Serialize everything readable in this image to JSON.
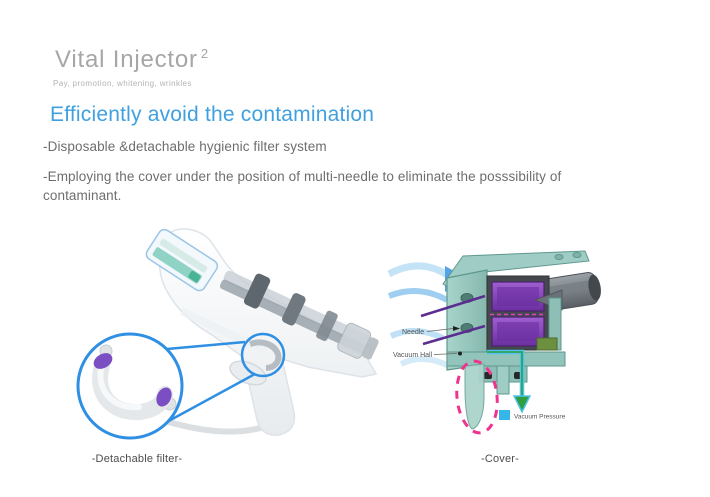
{
  "header": {
    "title": "Vital Injector",
    "title_superscript": "2",
    "subtitle": "Pay, promotion, whitening, wrinkles"
  },
  "content": {
    "heading": "Efficiently avoid the contamination",
    "bullets": [
      "-Disposable &detachable hygienic filter system",
      "-Employing the cover under the position of multi-needle to eliminate the posssibility of contaminant."
    ]
  },
  "figures": {
    "left": {
      "caption": "-Detachable filter-"
    },
    "right": {
      "caption": "-Cover-",
      "labels": {
        "needle": "Needle",
        "vacuum_hall": "Vacuum Hall",
        "vacuum_pressure": "Vacuum Pressure"
      }
    }
  },
  "colors": {
    "heading_blue": "#3fa0e0",
    "title_gray": "#a6a6a6",
    "body_gray": "#6e6e6e",
    "magnifier_blue": "#2f8fe3",
    "diagram_teal": "#93c4bb",
    "cartridge_purple": "#8a4fb5",
    "needle_purple": "#5c2d91",
    "legend_cyan": "#35b6e8",
    "flow_blue": "#9fcff0",
    "highlight_pink": "#f0338e",
    "vacuum_green": "#2f9e41"
  }
}
